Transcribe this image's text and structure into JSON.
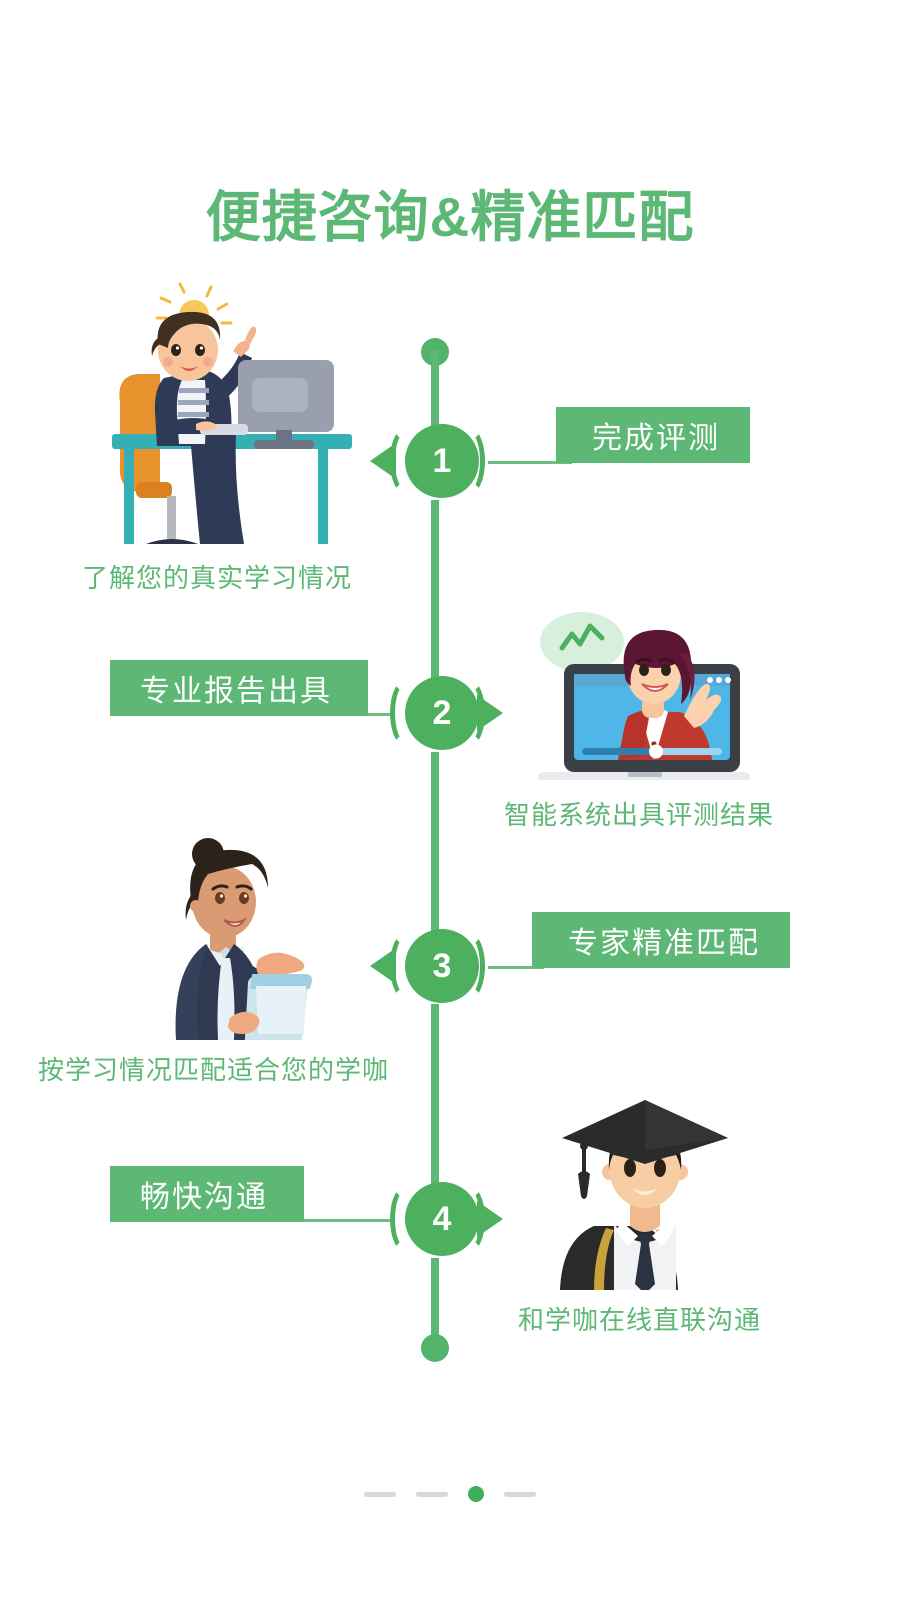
{
  "page": {
    "title": "便捷咨询&精准匹配",
    "background_color": "#ffffff",
    "accent_green": "#5cb874",
    "node_green": "#4cb05f",
    "caption_color": "#5cb874"
  },
  "timeline": {
    "steps": [
      {
        "number": "1",
        "label": "完成评测",
        "label_side": "right",
        "caption": "了解您的真实学习情况",
        "caption_side": "left",
        "arrow_direction": "left",
        "illustration": "person-at-desk-with-idea-icon"
      },
      {
        "number": "2",
        "label": "专业报告出具",
        "label_side": "left",
        "caption": "智能系统出具评测结果",
        "caption_side": "right",
        "arrow_direction": "right",
        "illustration": "laptop-video-call-icon"
      },
      {
        "number": "3",
        "label": "专家精准匹配",
        "label_side": "right",
        "caption": "按学习情况匹配适合您的学咖",
        "caption_side": "left",
        "arrow_direction": "left",
        "illustration": "consultant-with-clipboard-icon"
      },
      {
        "number": "4",
        "label": "畅快沟通",
        "label_side": "left",
        "caption": "和学咖在线直联沟通",
        "caption_side": "right",
        "arrow_direction": "right",
        "illustration": "graduate-student-icon"
      }
    ]
  },
  "pagination": {
    "total": 4,
    "active_index": 3,
    "active_color": "#3fae5a",
    "inactive_color": "#d8d8d8"
  }
}
